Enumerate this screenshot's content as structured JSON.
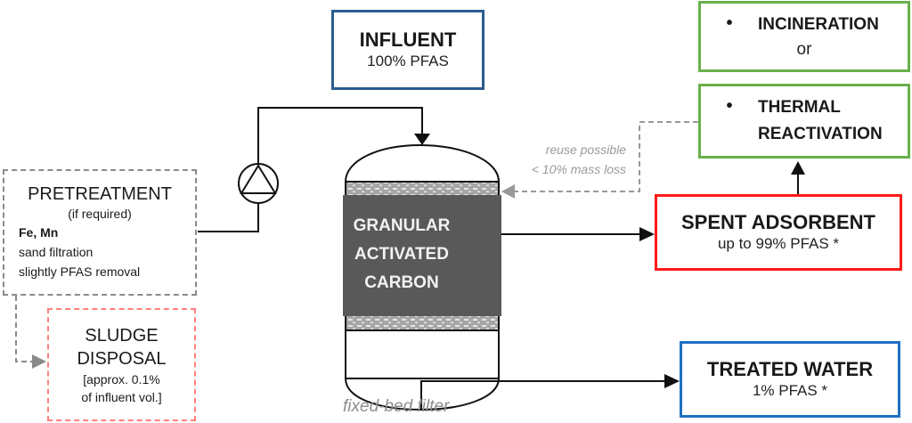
{
  "colors": {
    "influent_border": "#2b5c8f",
    "disposal_border": "#6ab04c",
    "spent_border": "#ff1a1a",
    "treated_border": "#1f6fc2",
    "pretreatment_border": "#8a8a8a",
    "sludge_border": "#ff7f7f",
    "gac_fill": "#595959",
    "annotation_text": "#9a9a9a"
  },
  "influent": {
    "title": "INFLUENT",
    "subtitle": "100% PFAS"
  },
  "disposal_options": {
    "incineration": {
      "bullet": "•",
      "label": "INCINERATION",
      "connector": "or"
    },
    "thermal": {
      "bullet": "•",
      "label_line1": "THERMAL",
      "label_line2": "REACTIVATION"
    }
  },
  "reuse_note": {
    "line1": "reuse possible",
    "line2": "< 10% mass loss"
  },
  "pretreatment": {
    "title": "PRETREATMENT",
    "condition": "(if required)",
    "metals": "Fe, Mn",
    "method": "sand filtration",
    "effect": "slightly PFAS removal"
  },
  "sludge": {
    "title_line1": "SLUDGE",
    "title_line2": "DISPOSAL",
    "note_line1": "[approx. 0.1%",
    "note_line2": "of influent vol.]"
  },
  "gac": {
    "line1": "GRANULAR",
    "line2": "ACTIVATED",
    "line3": "CARBON"
  },
  "spent_adsorbent": {
    "title": "SPENT ADSORBENT",
    "subtitle": "up to 99% PFAS *"
  },
  "treated_water": {
    "title": "TREATED WATER",
    "subtitle": "1% PFAS *"
  },
  "caption": "fixed-bed filter"
}
